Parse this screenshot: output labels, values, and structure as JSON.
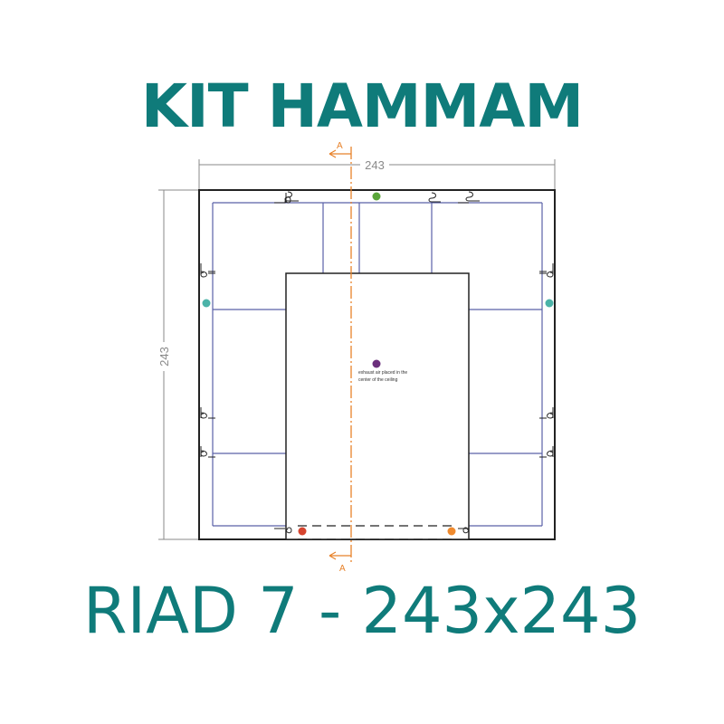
{
  "header": {
    "title": "KIT HAMMAM"
  },
  "footer": {
    "subtitle": "RIAD 7 - 243x243"
  },
  "plan": {
    "dimension_width": "243",
    "dimension_height": "243",
    "section_mark_top": "A",
    "section_mark_bottom": "A",
    "note_line1": "exhaust air placed in the",
    "note_line2": "center of the ceiling"
  },
  "colors": {
    "brand": "#0f7b7a",
    "wall": "#222222",
    "panel": "#5a62a8",
    "dimension": "#8a8a8a",
    "section_line": "#e8822a",
    "dot_green": "#5aa63a",
    "dot_teal": "#4bb3a8",
    "dot_purple": "#6b2f7c",
    "dot_red": "#d6452f",
    "dot_orange": "#ef8a2e"
  }
}
